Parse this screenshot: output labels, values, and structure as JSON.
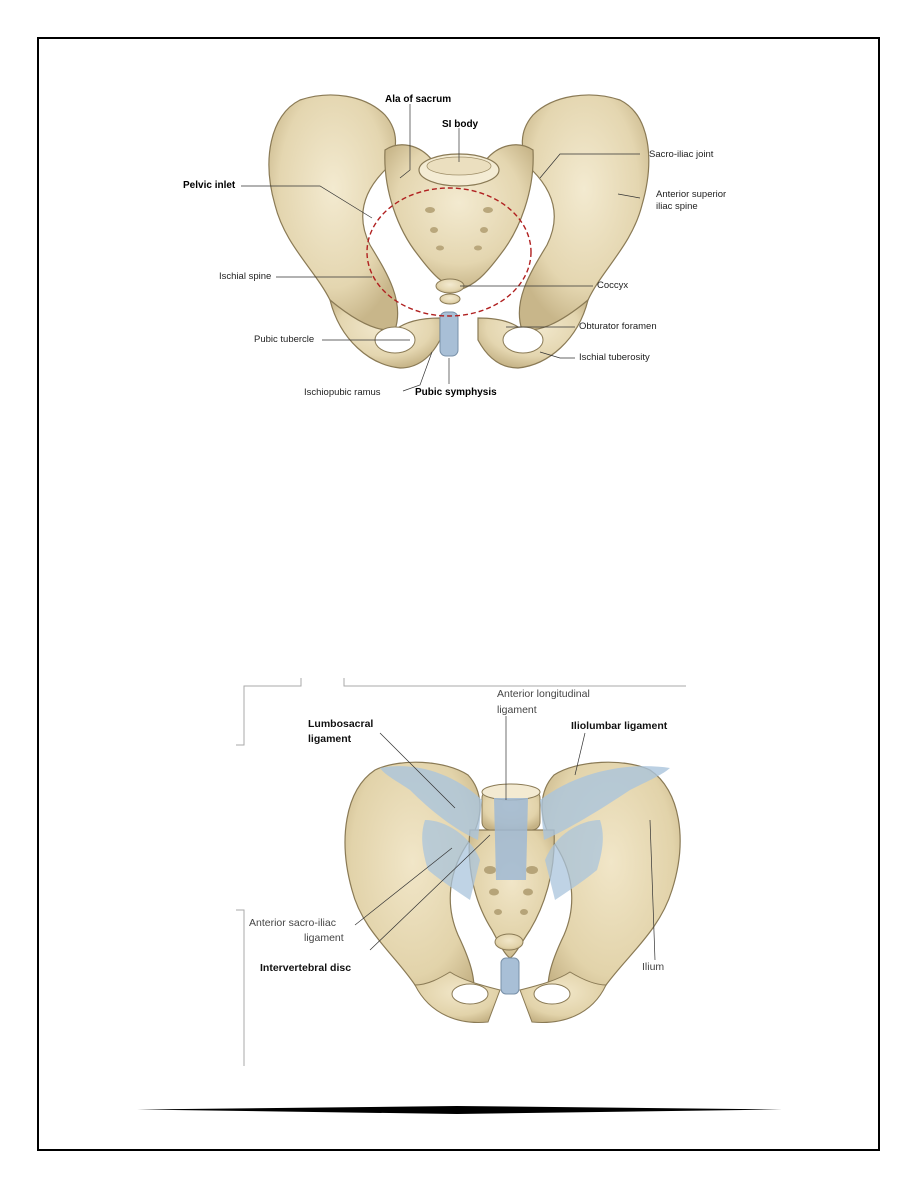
{
  "figure1": {
    "labels": {
      "ala_of_sacrum": "Ala of sacrum",
      "si_body": "SI body",
      "sacro_iliac_joint": "Sacro-iliac joint",
      "pelvic_inlet": "Pelvic inlet",
      "asis_line1": "Anterior superior",
      "asis_line2": "iliac spine",
      "ischial_spine": "Ischial spine",
      "coccyx": "Coccyx",
      "pubic_tubercle": "Pubic tubercle",
      "obturator_foramen": "Obturator foramen",
      "ischial_tuberosity": "Ischial tuberosity",
      "ischiopubic_ramus": "Ischiopubic ramus",
      "pubic_symphysis": "Pubic symphysis"
    }
  },
  "figure2": {
    "labels": {
      "anterior_longitudinal_line1": "Anterior longitudinal",
      "anterior_longitudinal_line2": "ligament",
      "lumbosacral_line1": "Lumbosacral",
      "lumbosacral_line2": "ligament",
      "iliolumbar": "Iliolumbar ligament",
      "anterior_sacroiliac_line1": "Anterior sacro-iliac",
      "anterior_sacroiliac_line2": "ligament",
      "intervertebral_disc": "Intervertebral disc",
      "ilium": "Ilium"
    }
  },
  "colors": {
    "bone": "#e8dcb8",
    "bone_shadow": "#c9b98e",
    "bone_outline": "#8a7a55",
    "ligament": "#aac4dc",
    "inlet_dash": "#b02020"
  }
}
